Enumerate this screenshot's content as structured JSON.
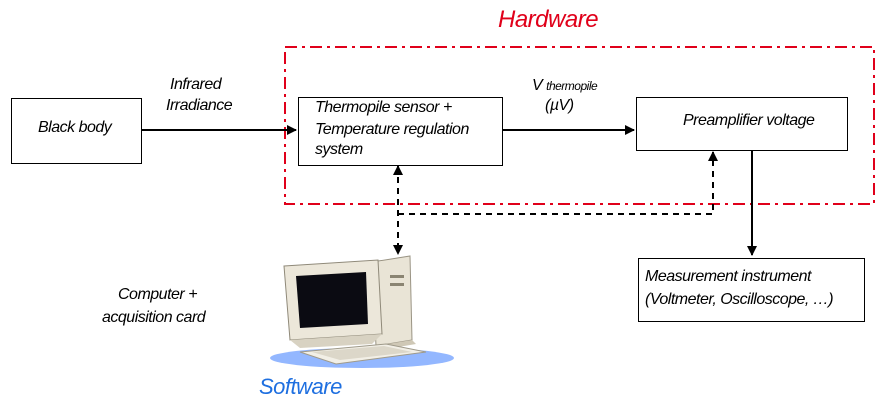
{
  "labels": {
    "hardware": "Hardware",
    "software": "Software",
    "infrared_line1": "Infrared",
    "infrared_line2": "Irradiance",
    "vthermo_v": "V",
    "vthermo_sub": "thermopile",
    "vthermo_unit": "(µV)",
    "computer_line1": "Computer +",
    "computer_line2": "acquisition card"
  },
  "boxes": {
    "black_body": "Black body",
    "sensor_line1": "Thermopile sensor +",
    "sensor_line2": "Temperature regulation",
    "sensor_line3": "system",
    "preamp": "Preamplifier voltage",
    "measure_line1": "Measurement instrument",
    "measure_line2": "(Voltmeter, Oscilloscope, …)"
  },
  "colors": {
    "hardware": "#e0001a",
    "software": "#1e6fe0"
  }
}
